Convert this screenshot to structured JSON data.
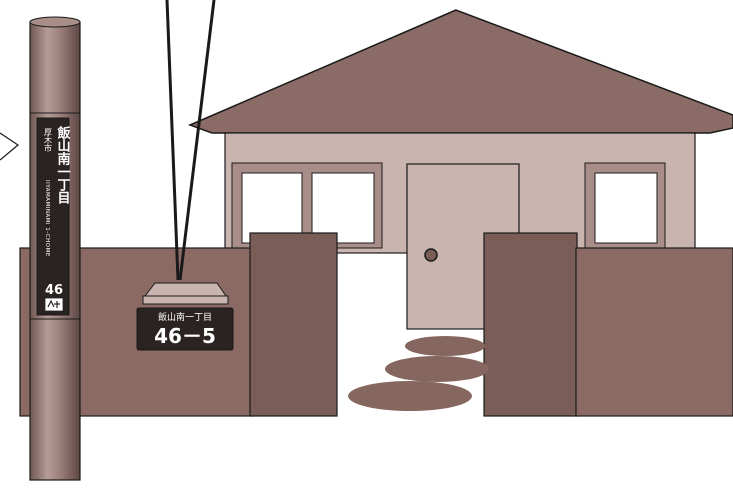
{
  "pole_sign": {
    "city": "厚木市",
    "area": "飯山南一丁目",
    "romaji": "IIYAMAMINAMI 1-CHOME",
    "block_number": "46"
  },
  "house_plate": {
    "area": "飯山南一丁目",
    "number": "46－5"
  },
  "colors": {
    "wall": "#8c6a64",
    "wall_dark": "#7b5d57",
    "roof": "#8a6b66",
    "house_wall": "#c9b4b0",
    "window_frame": "#a98d88",
    "pole": "#9b7e79",
    "sign": "#2b2222",
    "stone": "#866760",
    "outline": "#1a1a1a"
  }
}
